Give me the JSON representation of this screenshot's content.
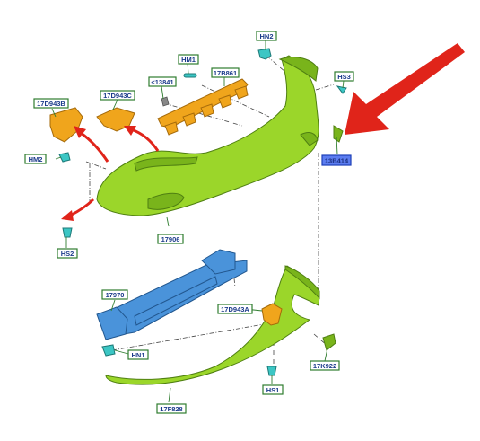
{
  "labels": {
    "hn2": "HN2",
    "hm1": "HM1",
    "p13841": "<13841",
    "p17b861": "17B861",
    "hs3": "HS3",
    "p17d943b": "17D943B",
    "p17d943c": "17D943C",
    "hm2": "HM2",
    "p13b414": "13B414",
    "p17906": "17906",
    "hs2": "HS2",
    "p17970": "17970",
    "p17d943a": "17D943A",
    "hn1": "HN1",
    "p17k922": "17K922",
    "hs1": "HS1",
    "p17f828": "17F828"
  },
  "colors": {
    "bumper": "#9bd62a",
    "brackets": "#f0a51c",
    "reinforcement": "#4a93da",
    "fasteners": "#3cc6c4",
    "arrow": "#e0241a",
    "highlight_label": "#5c7df0"
  }
}
